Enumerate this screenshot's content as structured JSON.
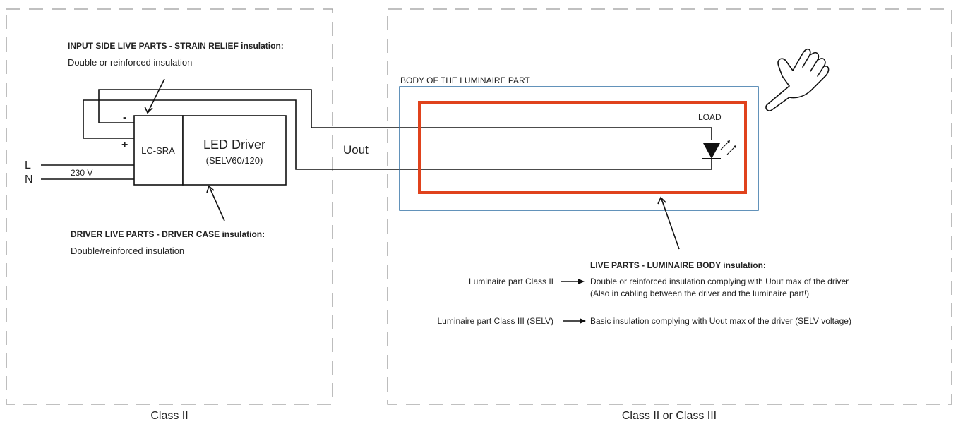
{
  "left_region": {
    "caption": "Class II",
    "input_side": {
      "heading": "INPUT SIDE LIVE PARTS - STRAIN RELIEF insulation:",
      "text": "Double or reinforced insulation"
    },
    "driver_case": {
      "heading": "DRIVER LIVE PARTS - DRIVER CASE insulation:",
      "text": "Double/reinforced insulation"
    }
  },
  "circuit": {
    "minus": "-",
    "plus": "+",
    "line_l": "L",
    "line_n": "N",
    "voltage": "230 V",
    "strain_relief": "LC-SRA",
    "driver_title": "LED Driver",
    "driver_subtitle": "(SELV60/120)",
    "uout": "Uout"
  },
  "right_region": {
    "caption": "Class II or Class III",
    "body_label": "BODY OF THE LUMINAIRE PART",
    "load_label": "LOAD",
    "luminaire_body": {
      "heading": "LIVE PARTS - LUMINAIRE BODY insulation:",
      "rows": [
        {
          "left": "Luminaire part Class II",
          "right_lines": [
            "Double or reinforced insulation complying with Uout max of the driver",
            "(Also in cabling between the driver and the luminaire part!)"
          ]
        },
        {
          "left": "Luminaire part Class III (SELV)",
          "right_lines": [
            "Basic insulation complying with Uout max of the driver (SELV voltage)"
          ]
        }
      ]
    }
  },
  "colors": {
    "dashed_border": "#9a9a9a",
    "body_box": "#2f6fa3",
    "insulation_box": "#e0421c",
    "wire": "#111111"
  },
  "icons": [
    "hand-pointer-icon",
    "led-diode-icon"
  ]
}
